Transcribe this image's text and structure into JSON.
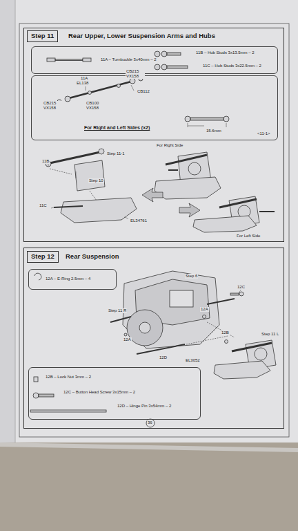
{
  "diagram": {
    "nodes": [
      {
        "text": [
          "Step 11",
          "Rear Upper, Lower Suspension Arms and Hubs"
        ]
      },
      {
        "text": [
          "11A – Turnbuckle 3x40mm – 2",
          "11B – Hub Studs 3x13.5mm – 2",
          "11C – Hub Studs 3x22.5mm – 2"
        ],
        "in": 0
      },
      {
        "text": [
          "For Right and Left Sides (x2)"
        ],
        "in": 0
      },
      {
        "text": [
          "Step 12",
          "Rear Suspension"
        ]
      },
      {
        "text": [
          "12A – E-Ring 2.5mm – 4"
        ],
        "in": 3
      },
      {
        "text": [
          "12B – Lock Nut 3mm – 2",
          "12C – Button Head Screw 3x15mm – 2",
          "12D – Hinge Pin 3x54mm – 2"
        ],
        "in": 3
      }
    ],
    "labels": [
      "11A",
      "EL138",
      "CB215 VX158",
      "CB112",
      "CB215 VX158",
      "CB100 VX158",
      "15.6mm",
      "<11-1>",
      "For Right Side",
      "Step 11-1",
      "11B",
      "Step 10",
      "11C",
      "EL34761",
      "For Left Side",
      "Step 6",
      "12C",
      "Step 11 R",
      "12A",
      "12A",
      "12B",
      "12D",
      "EL3052",
      "Step 11 L",
      "36"
    ]
  }
}
